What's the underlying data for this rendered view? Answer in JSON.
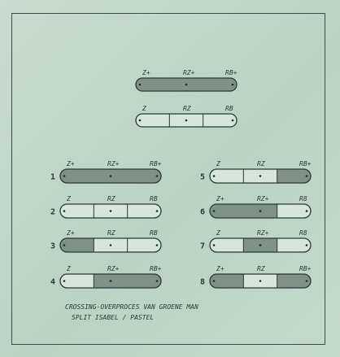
{
  "reference": {
    "labels": [
      "Z+",
      "RZ+",
      "RB+"
    ],
    "fill": [
      "dark",
      "dark",
      "dark"
    ]
  },
  "base": {
    "labels": [
      "Z",
      "RZ",
      "RB"
    ],
    "fill": [
      "none",
      "none",
      "none"
    ]
  },
  "items": [
    {
      "number": "1",
      "labels": [
        "Z+",
        "RZ+",
        "RB+"
      ],
      "fill": [
        "dark",
        "dark",
        "dark"
      ]
    },
    {
      "number": "2",
      "labels": [
        "Z",
        "RZ",
        "RB"
      ],
      "fill": [
        "none",
        "none",
        "none"
      ]
    },
    {
      "number": "3",
      "labels": [
        "Z+",
        "RZ",
        "RB"
      ],
      "fill": [
        "dark",
        "none",
        "none"
      ]
    },
    {
      "number": "4",
      "labels": [
        "Z",
        "RZ+",
        "RB+"
      ],
      "fill": [
        "none",
        "dark",
        "dark"
      ]
    },
    {
      "number": "5",
      "labels": [
        "Z",
        "RZ",
        "RB+"
      ],
      "fill": [
        "none",
        "none",
        "dark"
      ]
    },
    {
      "number": "6",
      "labels": [
        "Z+",
        "RZ+",
        "R8"
      ],
      "fill": [
        "dark",
        "dark",
        "none"
      ]
    },
    {
      "number": "7",
      "labels": [
        "Z",
        "RZ+",
        "R8"
      ],
      "fill": [
        "none",
        "dark",
        "none"
      ]
    },
    {
      "number": "8",
      "labels": [
        "Z+",
        "RZ",
        "RB+"
      ],
      "fill": [
        "dark",
        "none",
        "dark"
      ]
    }
  ],
  "caption": {
    "line1": "CROSSING-OVERPROCES VAN GROENE MAN",
    "line2": "SPLIT ISABEL / PASTEL"
  },
  "colors": {
    "background": "#bfd7c9",
    "dark_segment": "#7f928a",
    "outline": "#2a3833"
  }
}
